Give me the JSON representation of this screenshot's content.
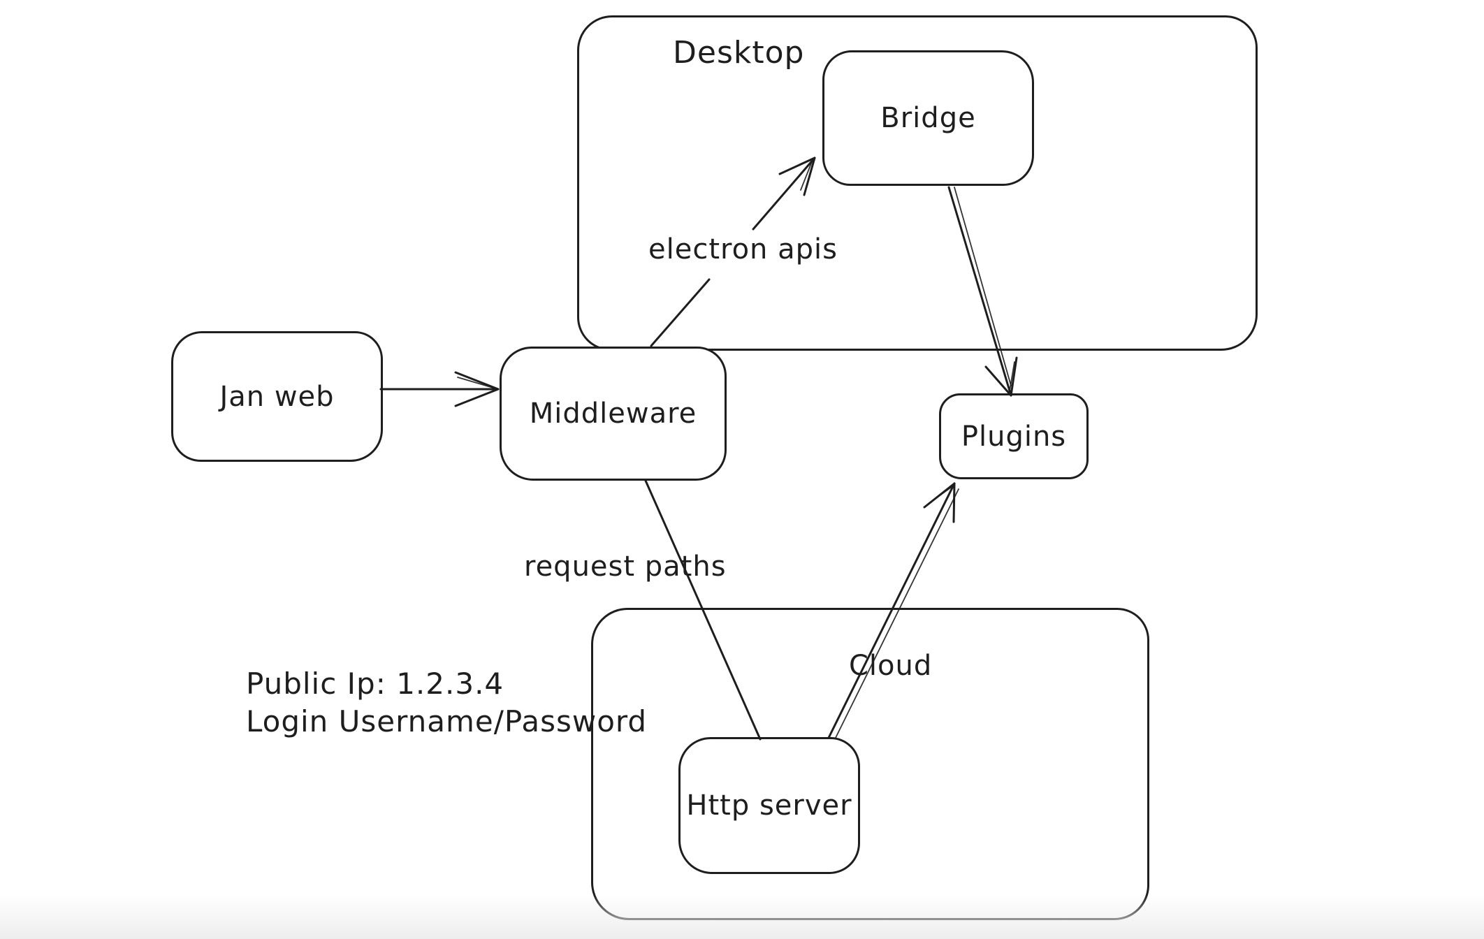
{
  "diagram": {
    "colors": {
      "stroke": "#1e1e1e",
      "background": "#ffffff"
    },
    "containers": {
      "desktop": {
        "label": "Desktop"
      },
      "cloud": {
        "label": "Cloud"
      }
    },
    "nodes": {
      "jan_web": {
        "label": "Jan web"
      },
      "middleware": {
        "label": "Middleware"
      },
      "bridge": {
        "label": "Bridge"
      },
      "plugins": {
        "label": "Plugins"
      },
      "http_server": {
        "label": "Http server"
      }
    },
    "edge_labels": {
      "electron_apis": "electron apis",
      "request_paths": "request paths"
    },
    "notes": {
      "public_ip": "Public Ip: 1.2.3.4",
      "login": "Login Username/Password"
    },
    "edges": [
      {
        "id": "web-to-middleware",
        "from": "Jan web",
        "to": "Middleware",
        "label": "",
        "arrowhead": "end"
      },
      {
        "id": "middleware-to-bridge",
        "from": "Middleware",
        "to": "Bridge",
        "label": "electron apis",
        "arrowhead": "end"
      },
      {
        "id": "bridge-to-plugins",
        "from": "Bridge",
        "to": "Plugins",
        "label": "",
        "arrowhead": "end"
      },
      {
        "id": "middleware-to-http-server",
        "from": "Middleware",
        "to": "Http server",
        "label": "request paths",
        "arrowhead": "none"
      },
      {
        "id": "http-server-to-plugins",
        "from": "Http server",
        "to": "Plugins",
        "label": "",
        "arrowhead": "end"
      }
    ]
  }
}
